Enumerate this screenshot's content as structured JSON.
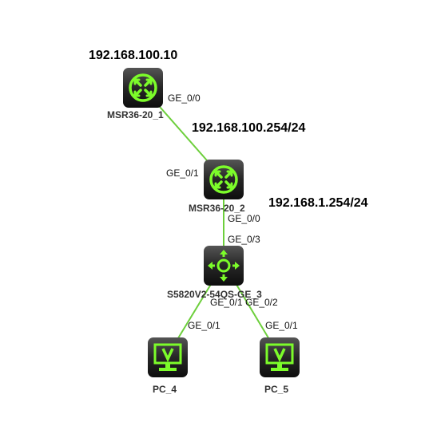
{
  "ip_labels": {
    "msr1": "192.168.100.10",
    "msr2_ge00": "192.168.100.254/24",
    "msr2_ge01_side": "192.168.1.254/24"
  },
  "devices": {
    "msr1": {
      "name": "MSR36-20_1",
      "icon": "router-icon"
    },
    "msr2": {
      "name": "MSR36-20_2",
      "icon": "router-icon"
    },
    "sw3": {
      "name": "S5820V2-54QS-GE_3",
      "icon": "switch-icon"
    },
    "pc4": {
      "name": "PC_4",
      "icon": "pc-icon"
    },
    "pc5": {
      "name": "PC_5",
      "icon": "pc-icon"
    }
  },
  "ports": {
    "msr1_ge00": "GE_0/0",
    "msr2_ge01": "GE_0/1",
    "msr2_ge00": "GE_0/0",
    "sw3_ge03": "GE_0/3",
    "sw3_ge01": "GE_0/1",
    "sw3_ge02": "GE_0/2",
    "pc4_ge01": "GE_0/1",
    "pc5_ge01": "GE_0/1"
  },
  "colors": {
    "link": "#6dcf3c",
    "icon_bg_top": "#4a4a4a",
    "icon_bg_bottom": "#141414",
    "icon_fg": "#7CFC2A"
  }
}
